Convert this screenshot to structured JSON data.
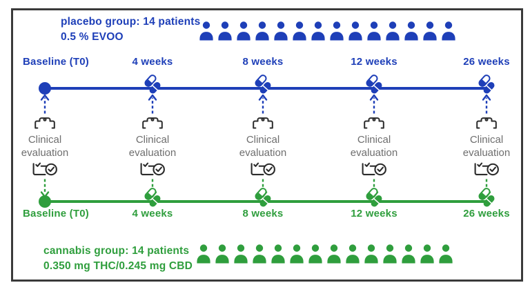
{
  "diagram": {
    "groups": {
      "placebo": {
        "title": "placebo group: 14 patients",
        "dose": "0.5 % EVOO",
        "patients": 14,
        "color": "#1e3fb8"
      },
      "cannabis": {
        "title": "cannabis group: 14 patients",
        "dose": "0.350 mg THC/0.245 mg CBD",
        "patients": 14,
        "color": "#2f9e3d"
      }
    },
    "timepoints": [
      {
        "label": "Baseline (T0)",
        "marker": "dot"
      },
      {
        "label": "4 weeks",
        "marker": "pills"
      },
      {
        "label": "8 weeks",
        "marker": "pills"
      },
      {
        "label": "12 weeks",
        "marker": "pills"
      },
      {
        "label": "26 weeks",
        "marker": "pills"
      }
    ],
    "evaluation_label": "Clinical evaluation",
    "icons": {
      "patient": "person-icon",
      "timepoint_dose": "pills-icon",
      "pre_evaluation": "clipboard-icon",
      "post_evaluation": "checklist-check-icon",
      "to_placebo_timeline": "dashed-arrow-up-icon",
      "to_cannabis_timeline": "dashed-arrow-down-icon"
    }
  }
}
